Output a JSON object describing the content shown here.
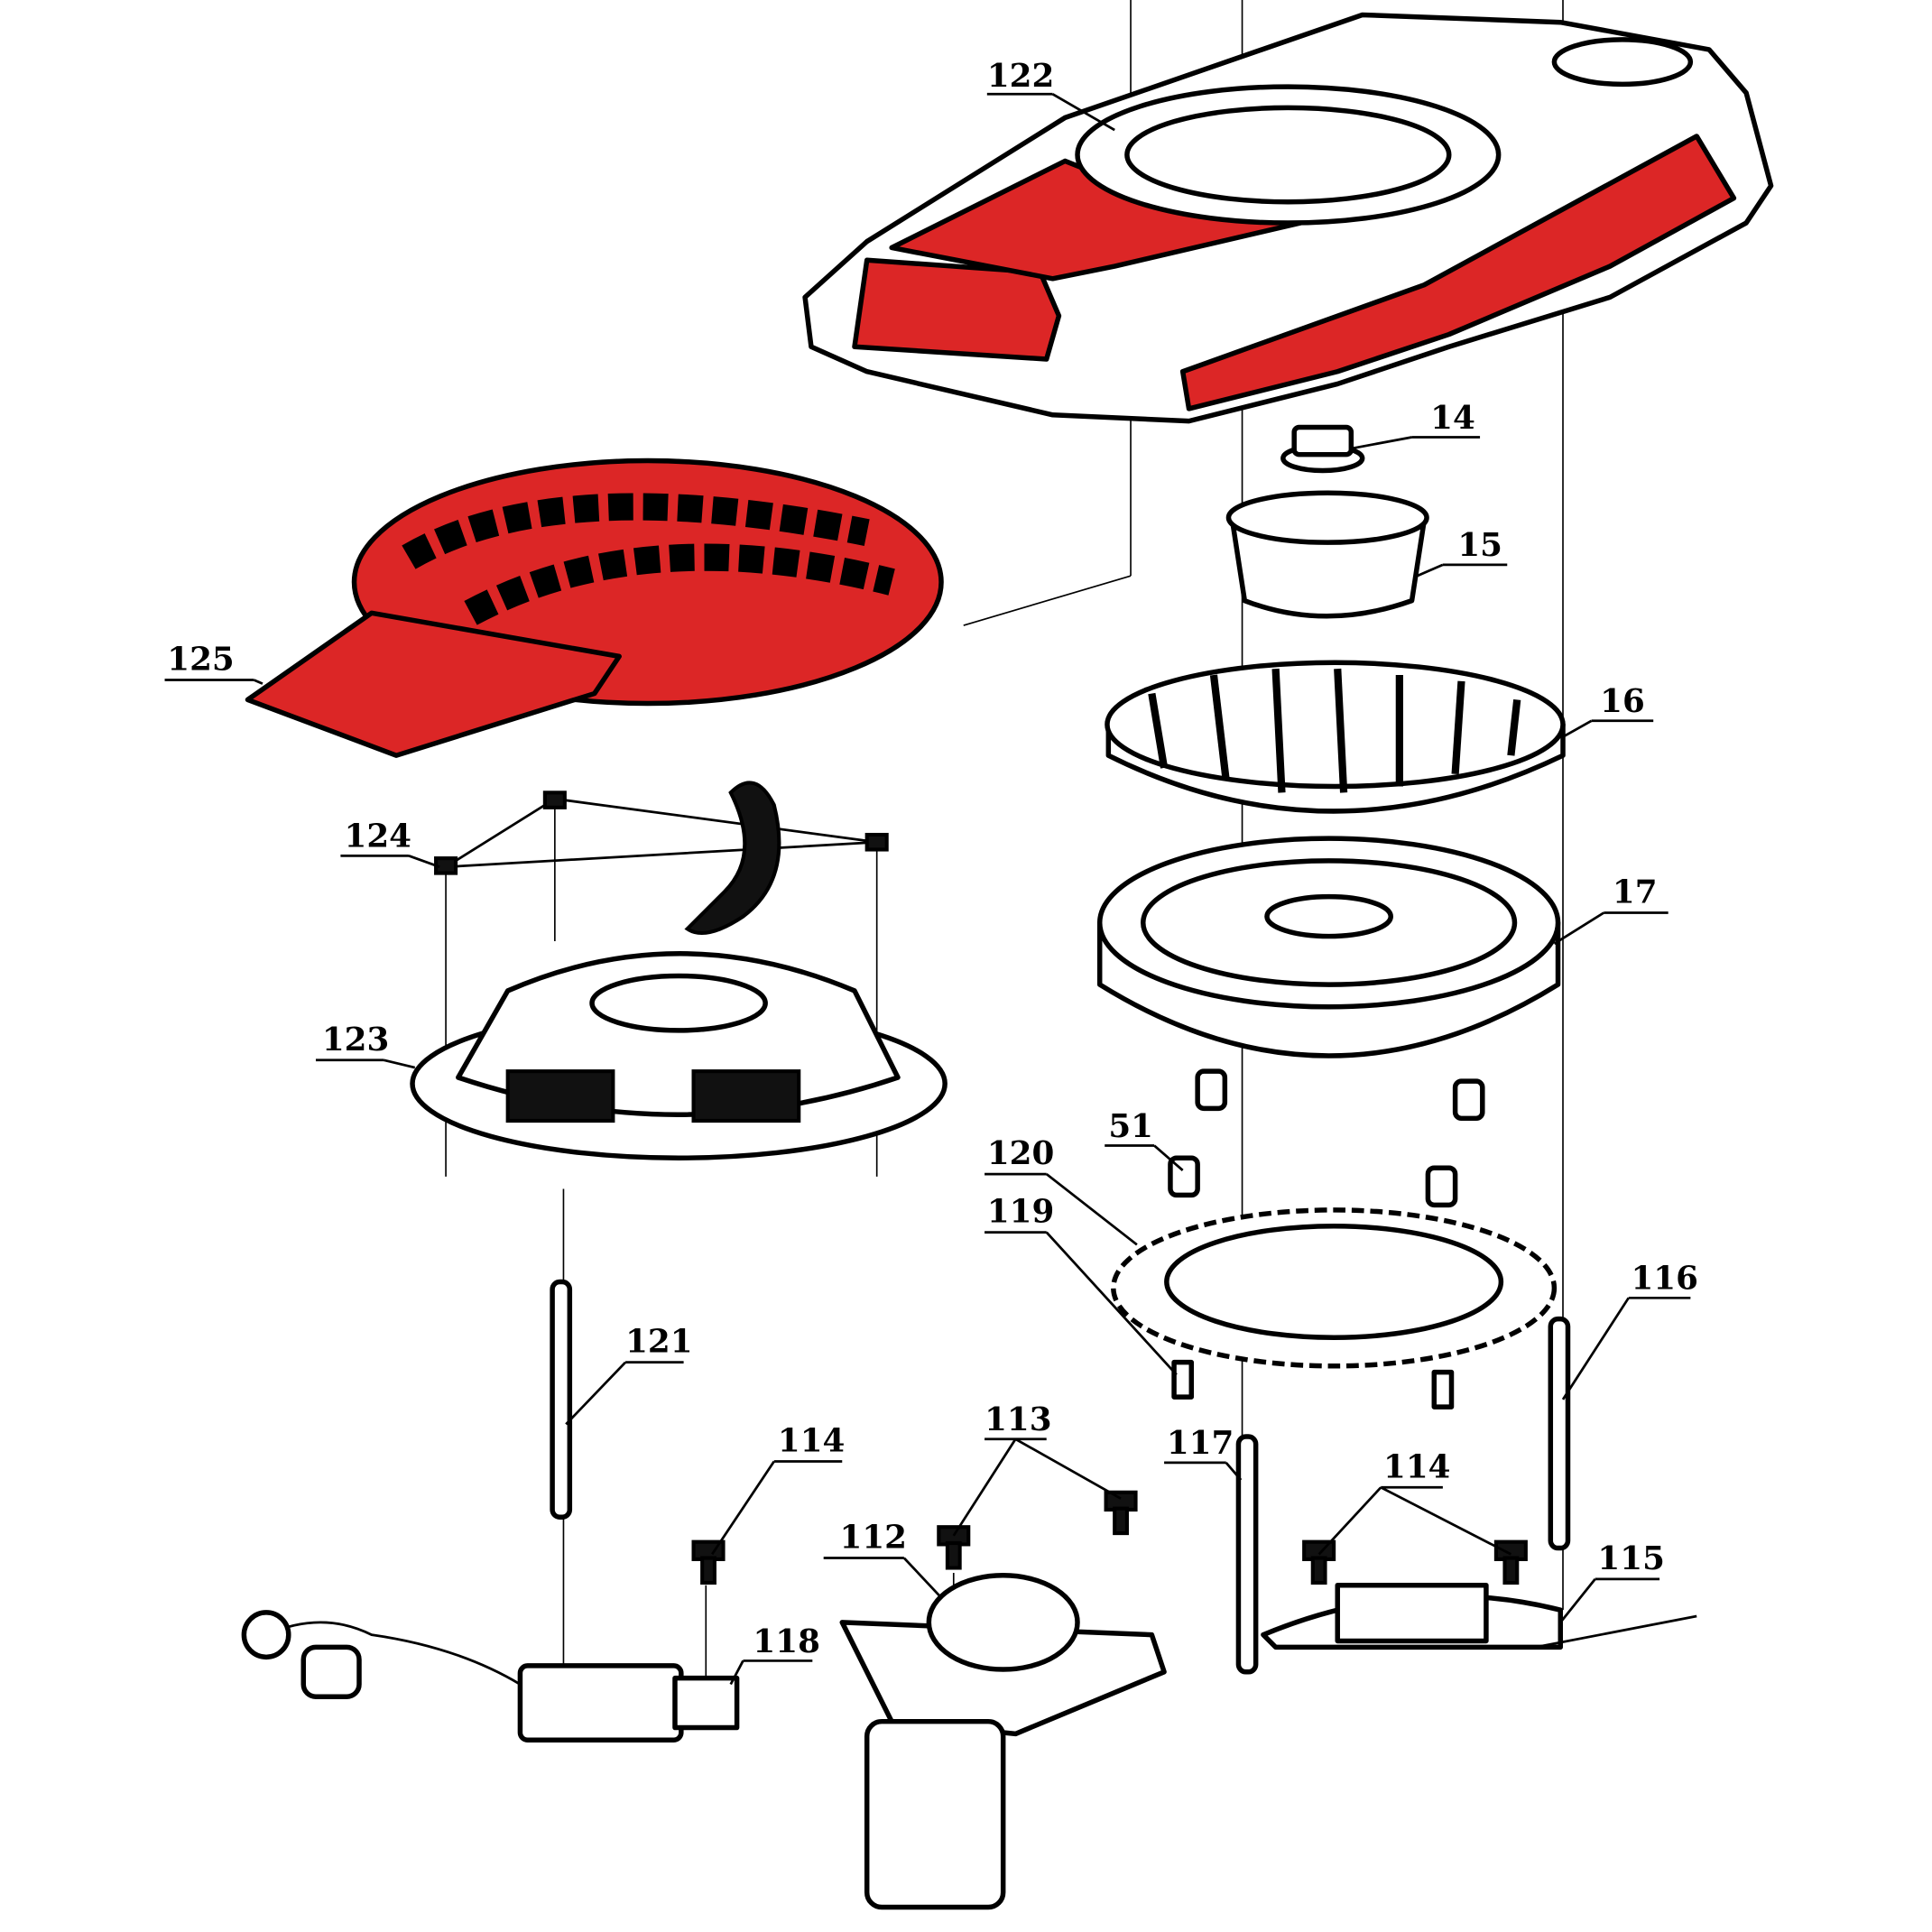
{
  "colors": {
    "accent_red": "#DC2626",
    "line": "#000000",
    "background": "#FFFFFF"
  },
  "callouts": [
    {
      "label": "122"
    },
    {
      "label": "14"
    },
    {
      "label": "15"
    },
    {
      "label": "16"
    },
    {
      "label": "17"
    },
    {
      "label": "51"
    },
    {
      "label": "120"
    },
    {
      "label": "119"
    },
    {
      "label": "116"
    },
    {
      "label": "121"
    },
    {
      "label": "114"
    },
    {
      "label": "113"
    },
    {
      "label": "117"
    },
    {
      "label": "114"
    },
    {
      "label": "112"
    },
    {
      "label": "115"
    },
    {
      "label": "118"
    },
    {
      "label": "125"
    },
    {
      "label": "124"
    },
    {
      "label": "123"
    }
  ]
}
